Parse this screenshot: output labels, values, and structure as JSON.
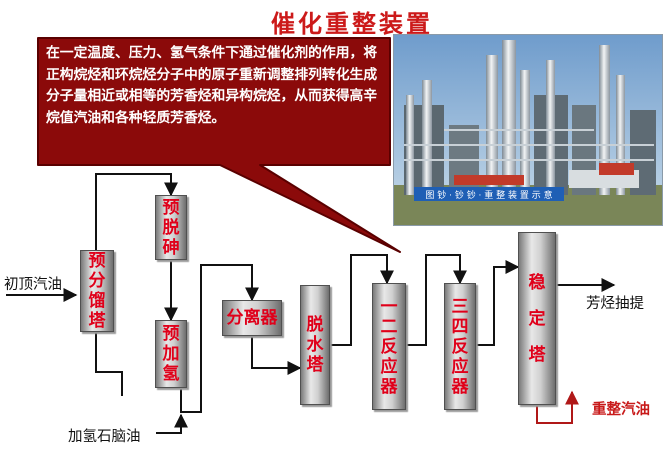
{
  "title": "催化重整装置",
  "callout_text": "在一定温度、压力、氢气条件下通过催化剂的作用，将正构烷烃和环烷烃分子中的原子重新调整排列转化生成分子量相近或相等的芳香烃和异构烷烃，从而获得高辛烷值汽油和各种轻质芳香烃。",
  "photo_banner": "图 钞 · 钞 钞 · 重 整 装 置 示 意",
  "units": {
    "predistill": [
      "预",
      "分",
      "馏",
      "塔"
    ],
    "dearsenic": [
      "预",
      "脱",
      "砷"
    ],
    "prehydro": [
      "预",
      "加",
      "氢"
    ],
    "separator": [
      "分",
      "离",
      "器"
    ],
    "dehydration": [
      "脱",
      "水",
      "塔"
    ],
    "reactor_12": [
      "一",
      "二",
      "反",
      "应",
      "器"
    ],
    "reactor_34": [
      "三",
      "四",
      "反",
      "应",
      "器"
    ],
    "stabilizer": [
      "稳",
      "定",
      "塔"
    ]
  },
  "labels": {
    "feed": "初顶汽油",
    "hydro_naphtha": "加氢石脑油",
    "aromatics": "芳烃抽提",
    "reformate": "重整汽油"
  },
  "colors": {
    "title": "#cc1a1a",
    "callout_fill": "#8b0a0a",
    "unit_text": "#e0001a",
    "reformate_line": "#b01818"
  }
}
